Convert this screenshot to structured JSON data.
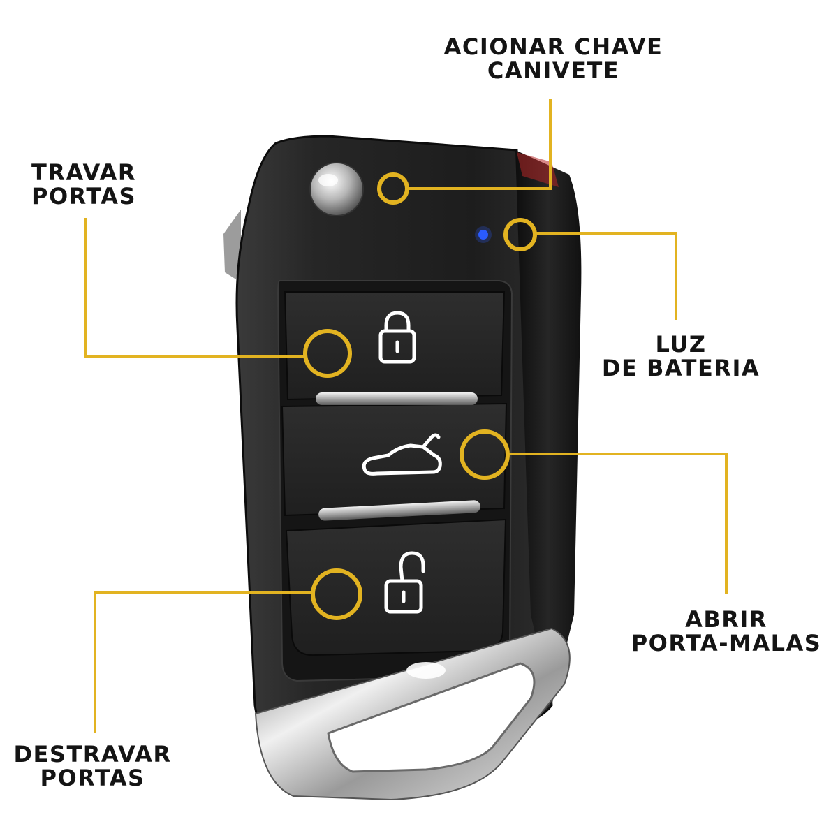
{
  "annotations": {
    "flip_key": {
      "line1": "ACIONAR CHAVE",
      "line2": "CANIVETE"
    },
    "lock": {
      "line1": "TRAVAR",
      "line2": "PORTAS"
    },
    "battery_light": {
      "line1": "LUZ",
      "line2": "DE BATERIA"
    },
    "trunk": {
      "line1": "ABRIR",
      "line2": "PORTA-MALAS"
    },
    "unlock": {
      "line1": "DESTRAVAR",
      "line2": "PORTAS"
    }
  },
  "colors": {
    "callout": "#E2B321",
    "key_body": "#1e1e1e",
    "chrome": "#c8c8c8",
    "led": "#2a5bff",
    "text": "#141414"
  },
  "icons": [
    "lock-closed-icon",
    "car-trunk-icon",
    "lock-open-icon"
  ]
}
